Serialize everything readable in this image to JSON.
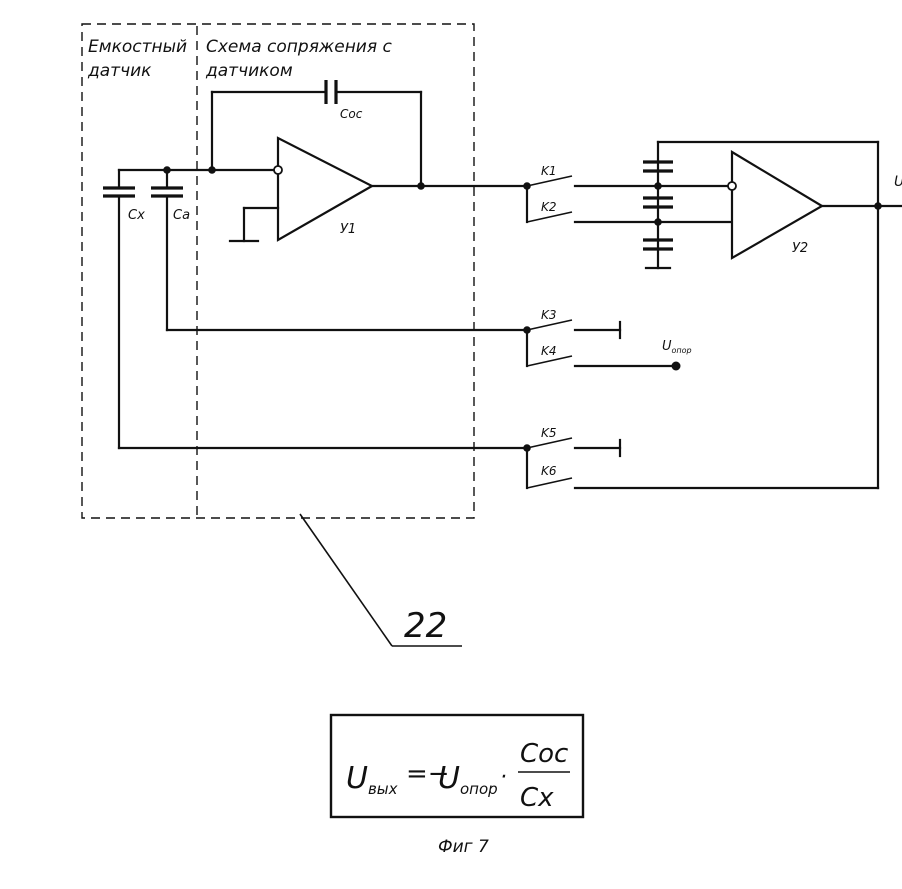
{
  "blocks": {
    "sensor_title_line1": "Емкостный",
    "sensor_title_line2": "датчик",
    "interface_title_line1": "Схема сопряжения с",
    "interface_title_line2": "датчиком"
  },
  "components": {
    "cap_cx": "Cx",
    "cap_ca": "Ca",
    "cap_cos": "Cос",
    "amp_y1": "У1",
    "amp_y2": "У2",
    "sw_k1": "K1",
    "sw_k2": "K2",
    "sw_k3": "K3",
    "sw_k4": "K4",
    "sw_k5": "K5",
    "sw_k6": "K6",
    "u_ref_main": "U",
    "u_ref_sub": "опор",
    "u_out_clipped": "U"
  },
  "callout": "22",
  "formula": {
    "lhs_u": "U",
    "lhs_sub": "вых",
    "eq": "=−",
    "ref_u": "U",
    "ref_sub": "опор",
    "dot": "·",
    "numerator": "Cос",
    "denominator": "Cx"
  },
  "figure_caption": "Фиг 7"
}
